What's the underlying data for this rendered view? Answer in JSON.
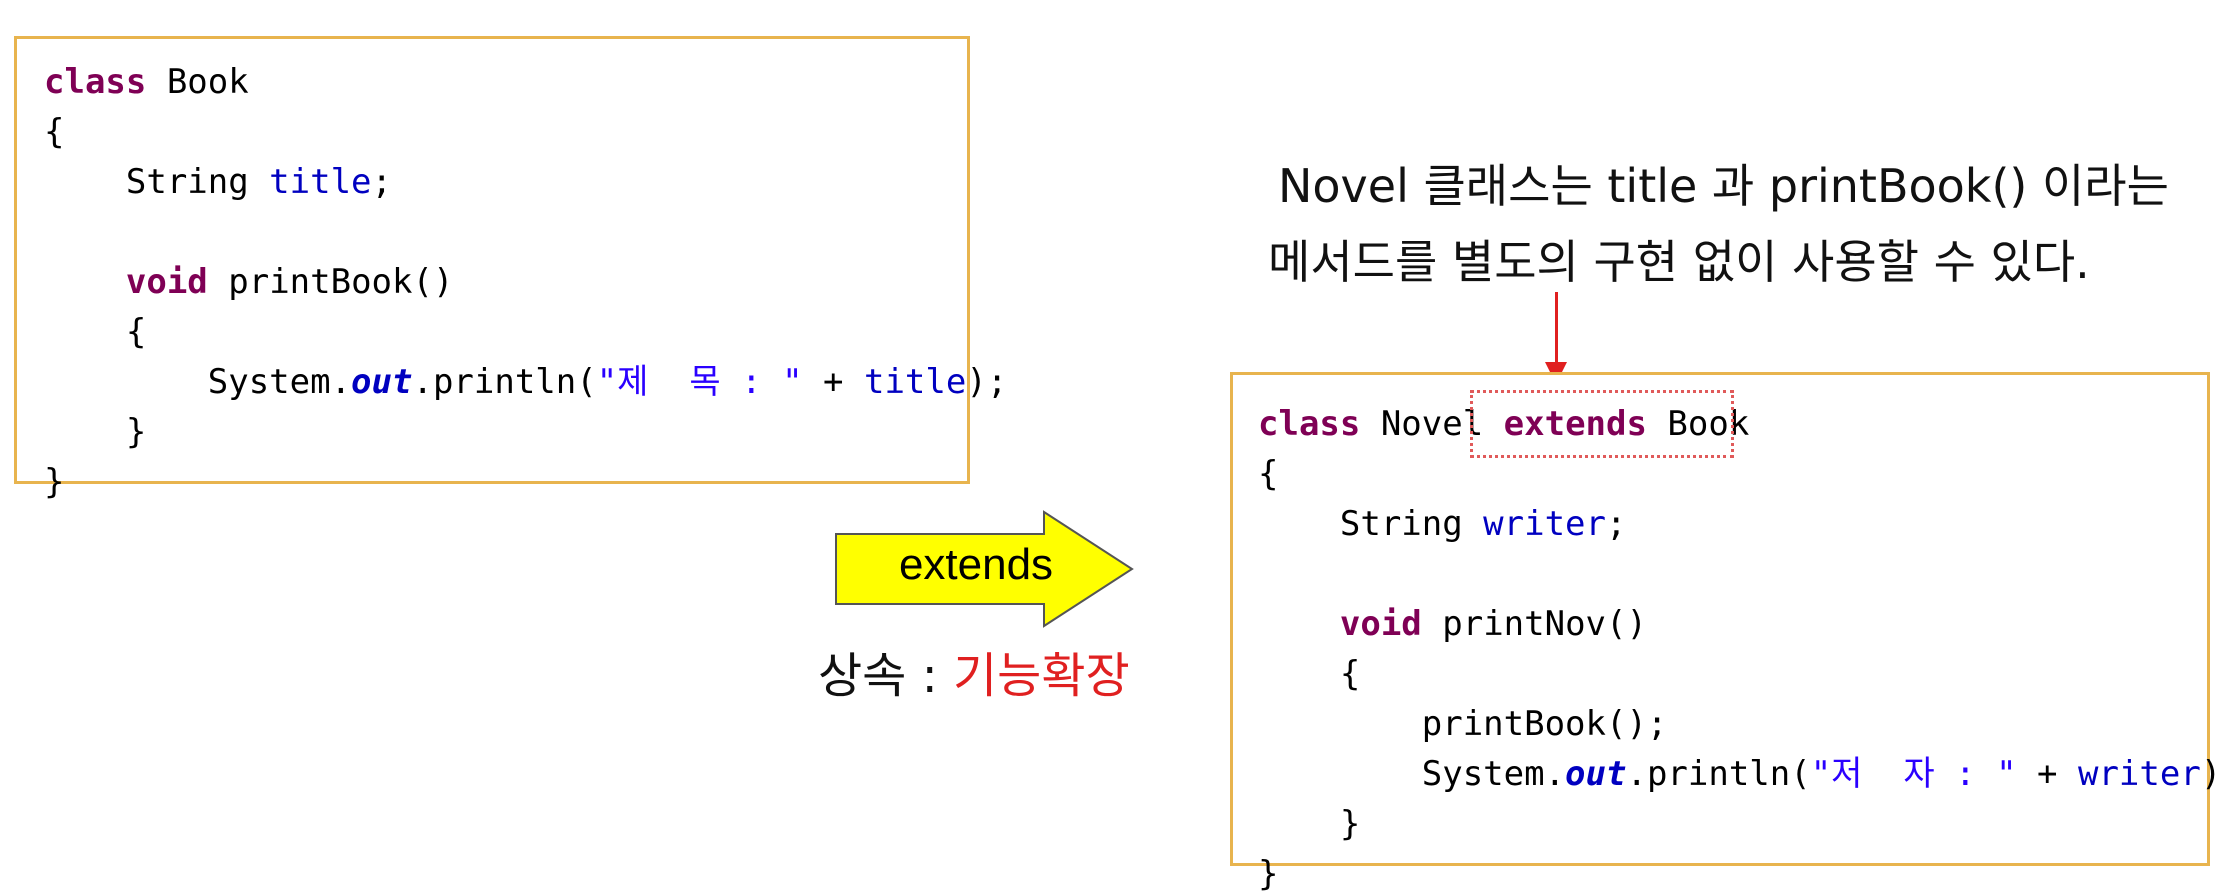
{
  "book_code": [
    {
      "parts": [
        {
          "t": "class",
          "c": "kw"
        },
        {
          "t": " Book",
          "c": ""
        }
      ]
    },
    {
      "parts": [
        {
          "t": "{",
          "c": ""
        }
      ]
    },
    {
      "parts": [
        {
          "t": "    String ",
          "c": ""
        },
        {
          "t": "title",
          "c": "field"
        },
        {
          "t": ";",
          "c": ""
        }
      ]
    },
    {
      "parts": [
        {
          "t": "",
          "c": ""
        }
      ]
    },
    {
      "parts": [
        {
          "t": "    ",
          "c": ""
        },
        {
          "t": "void",
          "c": "kw"
        },
        {
          "t": " printBook()",
          "c": ""
        }
      ]
    },
    {
      "parts": [
        {
          "t": "    {",
          "c": ""
        }
      ]
    },
    {
      "parts": [
        {
          "t": "        System.",
          "c": ""
        },
        {
          "t": "out",
          "c": "static"
        },
        {
          "t": ".println(",
          "c": ""
        },
        {
          "t": "\"제  목 : \"",
          "c": "str"
        },
        {
          "t": " + ",
          "c": ""
        },
        {
          "t": "title",
          "c": "field"
        },
        {
          "t": ");",
          "c": ""
        }
      ]
    },
    {
      "parts": [
        {
          "t": "    }",
          "c": ""
        }
      ]
    },
    {
      "parts": [
        {
          "t": "}",
          "c": ""
        }
      ]
    }
  ],
  "novel_code": [
    {
      "parts": [
        {
          "t": "class",
          "c": "kw"
        },
        {
          "t": " Novel ",
          "c": ""
        },
        {
          "t": "extends",
          "c": "kw"
        },
        {
          "t": " Book",
          "c": ""
        }
      ]
    },
    {
      "parts": [
        {
          "t": "{",
          "c": ""
        }
      ]
    },
    {
      "parts": [
        {
          "t": "    String ",
          "c": ""
        },
        {
          "t": "writer",
          "c": "field"
        },
        {
          "t": ";",
          "c": ""
        }
      ]
    },
    {
      "parts": [
        {
          "t": "",
          "c": ""
        }
      ]
    },
    {
      "parts": [
        {
          "t": "    ",
          "c": ""
        },
        {
          "t": "void",
          "c": "kw"
        },
        {
          "t": " printNov()",
          "c": ""
        }
      ]
    },
    {
      "parts": [
        {
          "t": "    {",
          "c": ""
        }
      ]
    },
    {
      "parts": [
        {
          "t": "        printBook();",
          "c": ""
        }
      ]
    },
    {
      "parts": [
        {
          "t": "        System.",
          "c": ""
        },
        {
          "t": "out",
          "c": "static"
        },
        {
          "t": ".println(",
          "c": ""
        },
        {
          "t": "\"저  자 : \"",
          "c": "str"
        },
        {
          "t": " + ",
          "c": ""
        },
        {
          "t": "writer",
          "c": "field"
        },
        {
          "t": ");",
          "c": ""
        }
      ]
    },
    {
      "parts": [
        {
          "t": "    }",
          "c": ""
        }
      ]
    },
    {
      "parts": [
        {
          "t": "}",
          "c": ""
        }
      ]
    }
  ],
  "annotation": {
    "line1": "Novel 클래스는 title 과 printBook() 이라는",
    "line2": "메서드를 별도의 구현 없이 사용할 수 있다."
  },
  "extends_arrow": {
    "label": "extends"
  },
  "caption": {
    "prefix": "상속 : ",
    "emphasis": "기능확장"
  },
  "colors": {
    "box_border": "#e8b44e",
    "arrow_fill": "#ffff00",
    "pointer_red": "#e02020",
    "keyword": "#7f0055",
    "field": "#0000c0",
    "string": "#2a00ff"
  }
}
